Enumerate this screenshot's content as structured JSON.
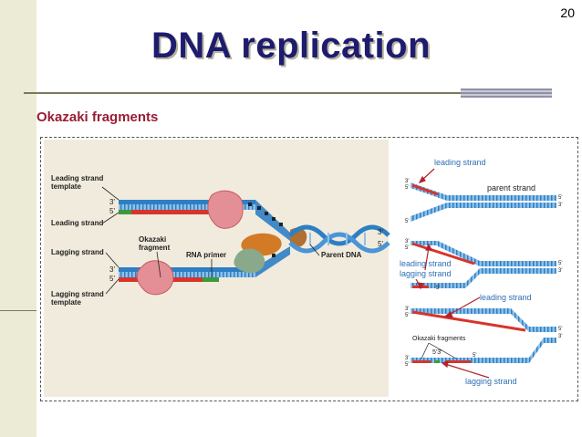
{
  "slide": {
    "number": "20",
    "title": "DNA replication",
    "subtitle": "Okazaki fragments"
  },
  "left_diagram": {
    "leading_template": "Leading strand\ntemplate",
    "leading_strand": "Leading strand",
    "lagging_strand": "Lagging strand",
    "lagging_template": "Lagging strand\ntemplate",
    "okazaki_fragment": "Okazaki\nfragment",
    "rna_primer": "RNA primer",
    "parent_dna": "Parent DNA",
    "end3": "3'",
    "end5": "5'"
  },
  "right_diagram": {
    "leading_strand_top": "leading strand",
    "parent_strand": "parent strand",
    "leading_strand_mid": "leading strand",
    "lagging_strand_mid": "lagging strand",
    "leading_strand_low": "leading strand",
    "okazaki_fragments": "Okazaki fragments",
    "lagging_strand_bottom": "lagging strand",
    "end3": "3'",
    "end5": "5'",
    "mid_53": "5'3'"
  },
  "colors": {
    "title": "#1e1c6e",
    "subtitle": "#9a1d34",
    "strand_blue": "#2d7fc4",
    "strand_red": "#d8342c",
    "primer_green": "#3c9a3c"
  }
}
